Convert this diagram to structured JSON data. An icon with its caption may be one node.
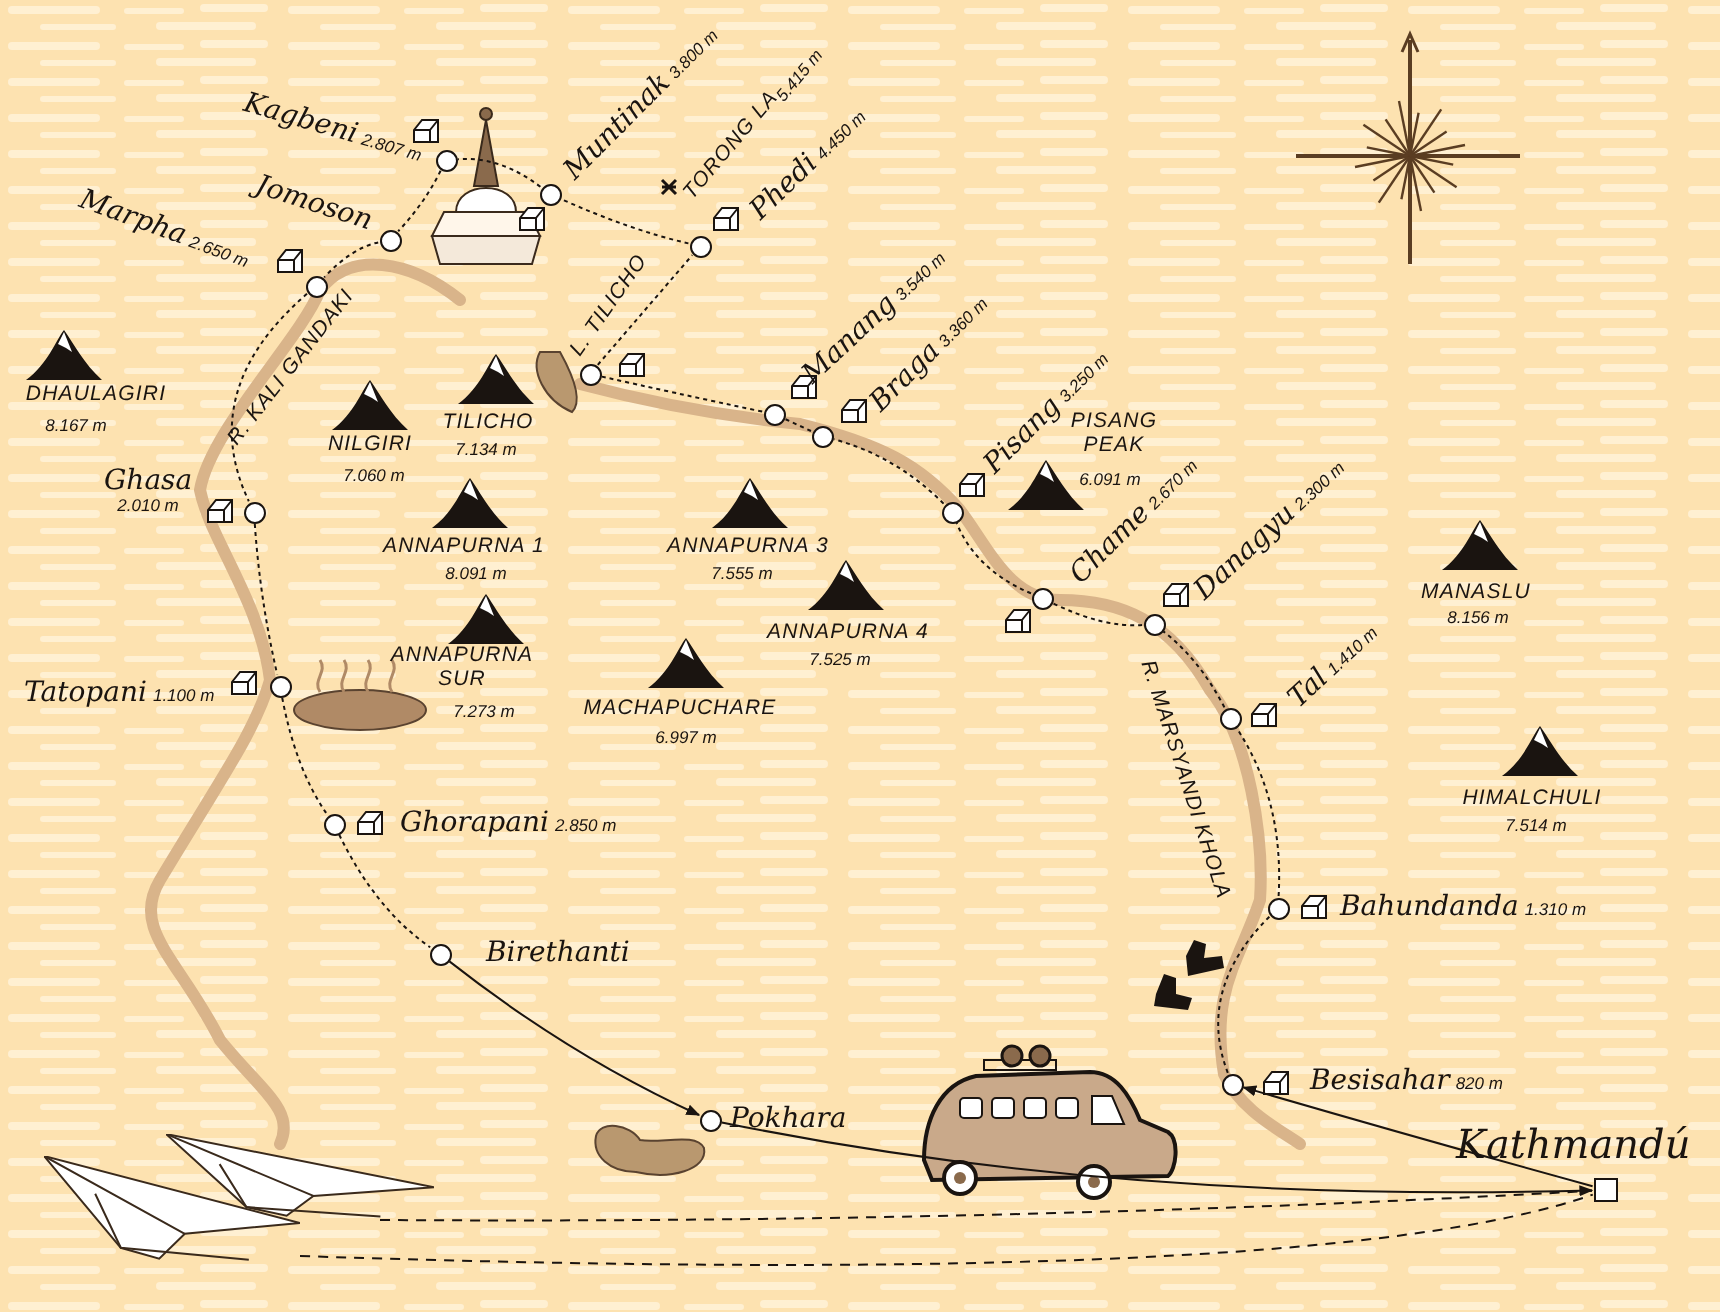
{
  "diagram": {
    "nodes": [
      {
        "text": [],
        "shape": "circle",
        "beside": [
          "Kagbeni",
          "2.807 m"
        ]
      },
      {
        "text": [],
        "shape": "circle",
        "beside": [
          "Muntinak",
          "3.800 m"
        ]
      },
      {
        "text": [],
        "shape": "circle",
        "beside": [
          "Jomoson"
        ]
      },
      {
        "text": [],
        "shape": "circle",
        "beside": [
          "Phedi",
          "4.450 m"
        ]
      },
      {
        "text": [],
        "shape": "circle",
        "beside": [
          "Marpha",
          "2.650 m"
        ]
      },
      {
        "text": [],
        "shape": "circle"
      },
      {
        "text": [],
        "shape": "circle",
        "beside": [
          "Manang",
          "3.540 m"
        ]
      },
      {
        "text": [],
        "shape": "circle",
        "beside": [
          "Braga",
          "3.360 m"
        ]
      },
      {
        "text": [],
        "shape": "circle",
        "beside": [
          "Pisang",
          "3.250 m"
        ]
      },
      {
        "text": [],
        "shape": "circle",
        "beside": [
          "Ghasa",
          "2.010 m"
        ]
      },
      {
        "text": [],
        "shape": "circle",
        "beside": [
          "Chame",
          "2.670 m"
        ]
      },
      {
        "text": [],
        "shape": "circle",
        "beside": [
          "Danagyu",
          "2.300 m"
        ]
      },
      {
        "text": [],
        "shape": "circle",
        "beside": [
          "Tatopani",
          "1.100 m"
        ]
      },
      {
        "text": [],
        "shape": "circle",
        "beside": [
          "Tal",
          "1.410 m"
        ]
      },
      {
        "text": [],
        "shape": "circle",
        "beside": [
          "Ghorapani",
          "2.850 m"
        ]
      },
      {
        "text": [],
        "shape": "circle",
        "beside": [
          "Bahundanda",
          "1.310 m"
        ]
      },
      {
        "text": [],
        "shape": "circle",
        "beside": [
          "Birethanti"
        ]
      },
      {
        "text": [],
        "shape": "circle",
        "beside": [
          "Besisahar",
          "820 m"
        ]
      },
      {
        "text": [],
        "shape": "circle",
        "beside": [
          "Pokhara"
        ]
      },
      {
        "text": [],
        "shape": "picture"
      },
      {
        "text": [],
        "shape": "picture"
      },
      {
        "text": [],
        "shape": "box",
        "beside": [
          "Kathmandú"
        ]
      }
    ],
    "edges": [
      {
        "from": 21,
        "to": 17,
        "arrow": "to"
      },
      {
        "from": 17,
        "to": 15,
        "arrow": "none",
        "style": "dashed"
      },
      {
        "from": 15,
        "to": 13,
        "arrow": "none",
        "style": "dashed"
      },
      {
        "from": 13,
        "to": 11,
        "arrow": "none",
        "style": "dashed"
      },
      {
        "from": 11,
        "to": 10,
        "arrow": "none",
        "style": "dashed"
      },
      {
        "from": 10,
        "to": 8,
        "arrow": "none",
        "style": "dashed"
      },
      {
        "from": 8,
        "to": 7,
        "arrow": "none",
        "style": "dashed"
      },
      {
        "from": 7,
        "to": 6,
        "arrow": "none",
        "style": "dashed"
      },
      {
        "from": 6,
        "to": 5,
        "arrow": "none",
        "style": "dashed"
      },
      {
        "from": 5,
        "to": 3,
        "arrow": "none",
        "style": "dashed"
      },
      {
        "from": 3,
        "to": 1,
        "arrow": "none",
        "style": "dashed"
      },
      {
        "from": 1,
        "to": 0,
        "arrow": "none",
        "style": "dashed"
      },
      {
        "from": 0,
        "to": 2,
        "arrow": "none",
        "style": "dashed"
      },
      {
        "from": 2,
        "to": 4,
        "arrow": "none",
        "style": "dashed"
      },
      {
        "from": 4,
        "to": 9,
        "arrow": "none",
        "style": "dashed"
      },
      {
        "from": 9,
        "to": 12,
        "arrow": "none",
        "style": "dashed"
      },
      {
        "from": 12,
        "to": 14,
        "arrow": "none",
        "style": "dashed"
      },
      {
        "from": 14,
        "to": 16,
        "arrow": "none",
        "style": "dashed"
      },
      {
        "from": 16,
        "to": 18,
        "arrow": "to"
      },
      {
        "from": 18,
        "to": 21,
        "arrow": "to"
      },
      {
        "from": 19,
        "to": 21,
        "arrow": "none",
        "style": "dashed"
      },
      {
        "from": 20,
        "to": 21,
        "arrow": "none",
        "style": "dashed"
      }
    ],
    "labels": [
      "TORONG LA",
      "5.415 m",
      "L. TILICHO",
      "DHAULAGIRI",
      "8.167 m",
      "R. KALI GANDAKI",
      "PISANG PEAK",
      "6.091 m",
      "NILGIRI",
      "7.060 m",
      "TILICHO",
      "7.134 m",
      "MANASLU",
      "8.156 m",
      "ANNAPURNA 1",
      "8.091 m",
      "ANNAPURNA 3",
      "7.555 m",
      "ANNAPURNA 4",
      "7.525 m",
      "ANNAPURNA SUR",
      "7.273 m",
      "R. MARSYANDI KHOLA",
      "MACHAPUCHARE",
      "6.997 m",
      "HIMALCHULI",
      "7.514 m"
    ]
  }
}
